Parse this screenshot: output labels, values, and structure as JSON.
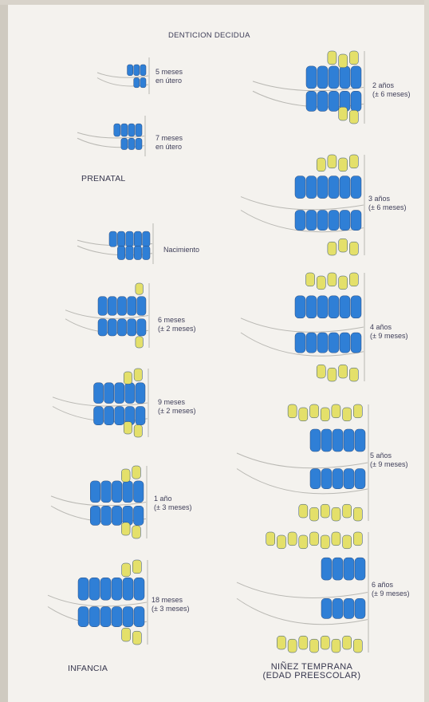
{
  "title": "DENTICION DECIDUA",
  "sections": {
    "prenatal": "PRENATAL",
    "infancia": "INFANCIA",
    "ninez_line1": "NIÑEZ TEMPRANA",
    "ninez_line2": "(EDAD PREESCOLAR)"
  },
  "stages_left": [
    {
      "line1": "5 meses",
      "line2": "en útero"
    },
    {
      "line1": "7 meses",
      "line2": "en útero"
    },
    {
      "line1": "Nacimiento",
      "line2": ""
    },
    {
      "line1": "6 meses",
      "line2": "(± 2 meses)"
    },
    {
      "line1": "9 meses",
      "line2": "(± 2 meses)"
    },
    {
      "line1": "1 año",
      "line2": "(± 3 meses)"
    },
    {
      "line1": "18 meses",
      "line2": "(± 3 meses)"
    }
  ],
  "stages_right": [
    {
      "line1": "2 años",
      "line2": "(± 6 meses)"
    },
    {
      "line1": "3 años",
      "line2": "(± 6 meses)"
    },
    {
      "line1": "4 años",
      "line2": "(± 9 meses)"
    },
    {
      "line1": "5 años",
      "line2": "(± 9 meses)"
    },
    {
      "line1": "6 años",
      "line2": "(± 9 meses)"
    }
  ],
  "colors": {
    "deciduous_teeth": "#2f7fd6",
    "permanent_teeth": "#e4e06a",
    "text": "#3e3e58"
  }
}
